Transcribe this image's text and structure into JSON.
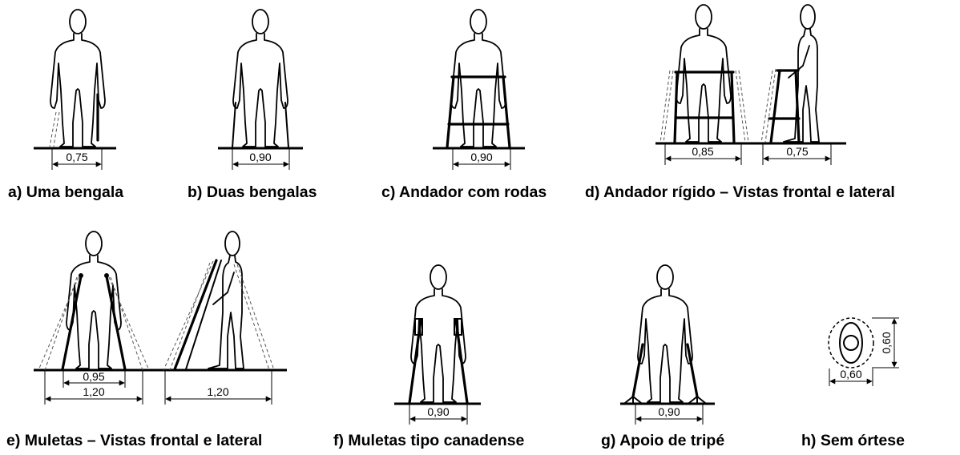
{
  "panels": [
    {
      "id": "a",
      "caption": "a) Uma bengala",
      "dims": [
        "0,75"
      ]
    },
    {
      "id": "b",
      "caption": "b) Duas bengalas",
      "dims": [
        "0,90"
      ]
    },
    {
      "id": "c",
      "caption": "c) Andador com rodas",
      "dims": [
        "0,90"
      ]
    },
    {
      "id": "d",
      "caption": "d) Andador rígido – Vistas frontal e lateral",
      "dims": [
        "0,85",
        "0,75"
      ]
    },
    {
      "id": "e",
      "caption": "e) Muletas – Vistas frontal e lateral",
      "dims": [
        "0,95",
        "1,20",
        "1,20"
      ]
    },
    {
      "id": "f",
      "caption": "f) Muletas tipo canadense",
      "dims": [
        "0,90"
      ]
    },
    {
      "id": "g",
      "caption": "g) Apoio de tripé",
      "dims": [
        "0,90"
      ]
    },
    {
      "id": "h",
      "caption": "h) Sem órtese",
      "dims": [
        "0,60",
        "0,60"
      ]
    }
  ]
}
